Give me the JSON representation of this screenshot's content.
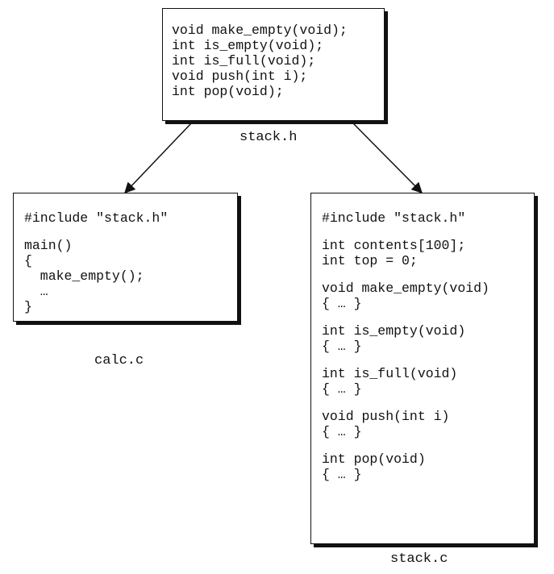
{
  "header_file": {
    "name": "stack.h",
    "lines": [
      "void make_empty(void);",
      "int is_empty(void);",
      "int is_full(void);",
      "void push(int i);",
      "int pop(void);"
    ]
  },
  "client_file": {
    "name": "calc.c",
    "blocks": [
      [
        "#include \"stack.h\""
      ],
      [
        "main()",
        "{",
        "  make_empty();",
        "  …",
        "}"
      ]
    ]
  },
  "impl_file": {
    "name": "stack.c",
    "blocks": [
      [
        "#include \"stack.h\""
      ],
      [
        "int contents[100];",
        "int top = 0;"
      ],
      [
        "void make_empty(void)",
        "{ … }"
      ],
      [
        "int is_empty(void)",
        "{ … }"
      ],
      [
        "int is_full(void)",
        "{ … }"
      ],
      [
        "void push(int i)",
        "{ … }"
      ],
      [
        "int pop(void)",
        "{ … }"
      ]
    ]
  }
}
